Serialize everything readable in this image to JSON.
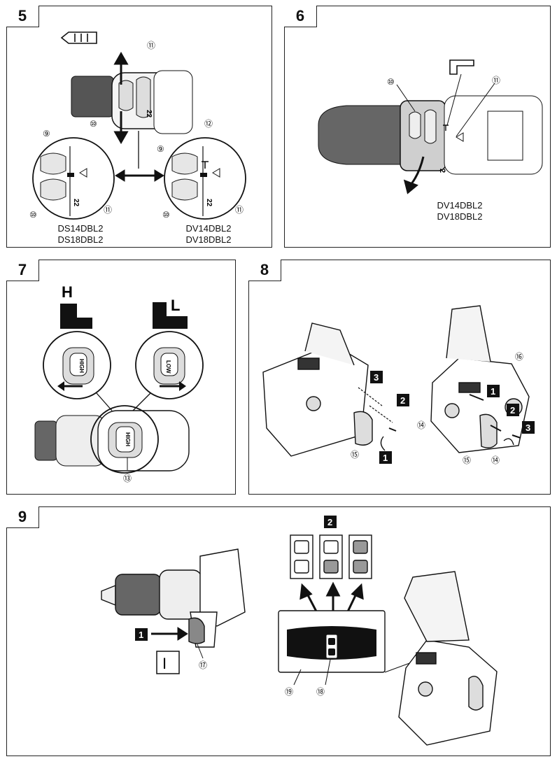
{
  "figures": {
    "fig5": {
      "number": "5",
      "callouts": [
        "⑪",
        "⑩",
        "⑨",
        "⑪",
        "⑩",
        "⑨",
        "⑫",
        "⑪",
        "⑩"
      ],
      "caption_left": [
        "DS14DBL2",
        "DS18DBL2"
      ],
      "caption_right": [
        "DV14DBL2",
        "DV18DBL2"
      ],
      "dial_marks": [
        "22",
        "22",
        "22"
      ]
    },
    "fig6": {
      "number": "6",
      "callouts": [
        "⑩",
        "⑪"
      ],
      "caption": [
        "DV14DBL2",
        "DV18DBL2"
      ],
      "dial_marks": [
        "2"
      ]
    },
    "fig7": {
      "number": "7",
      "label_high": "H",
      "label_low": "L",
      "switch_high": "HIGH",
      "switch_low": "LOW",
      "callouts": [
        "⑬"
      ]
    },
    "fig8": {
      "number": "8",
      "steps_left": [
        "3",
        "2",
        "1"
      ],
      "steps_right": [
        "1",
        "2",
        "3"
      ],
      "callouts": [
        "⑭",
        "⑮",
        "⑯",
        "⑮",
        "⑭"
      ]
    },
    "fig9": {
      "number": "9",
      "step_trigger": "1",
      "step_battery": "2",
      "trigger_symbol": "I",
      "callouts": [
        "⑰",
        "⑲",
        "⑱"
      ]
    }
  }
}
